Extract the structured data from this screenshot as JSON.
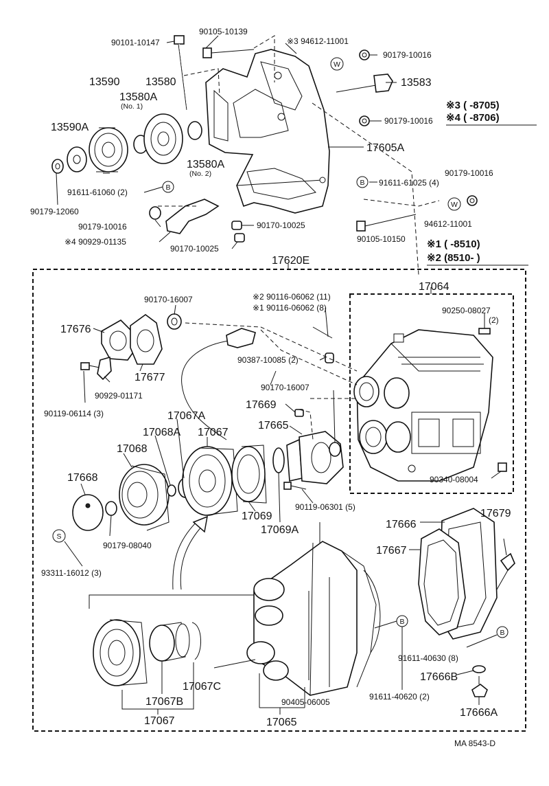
{
  "labels": {
    "p90101_10147": "90101-10147",
    "p90105_10139": "90105-10139",
    "p94612_11001_top": "※3 94612-11001",
    "p90179_10016_a": "90179-10016",
    "p13590": "13590",
    "p13580": "13580",
    "p13580A_no1": "13580A",
    "no1": "(No. 1)",
    "p13583": "13583",
    "p13590A": "13590A",
    "p90179_10016_b": "90179-10016",
    "p17605A": "17605A",
    "p13580A_no2": "13580A",
    "no2": "(No. 2)",
    "p91611_61060": "91611-61060 (2)",
    "p91611_61025": "91611-61025 (4)",
    "p90179_10016_c": "90179-10016",
    "p90179_12060": "90179-12060",
    "p90179_10016_d": "90179-10016",
    "p90170_10025_a": "90170-10025",
    "p94612_11001_b": "94612-11001",
    "p90929_01135": "※4 90929-01135",
    "p90170_10025_b": "90170-10025",
    "p90105_10150": "90105-10150",
    "p17620E": "17620E",
    "p17064": "17064",
    "p90170_16007_a": "90170-16007",
    "p90116_06062_11": "※2 90116-06062 (11)",
    "p90116_06062_8": "※1 90116-06062 (8)",
    "p90250_08027": "90250-08027",
    "p90250_qty": "(2)",
    "p17676": "17676",
    "p17677": "17677",
    "p90387_10085": "90387-10085 (2)",
    "p90929_01171": "90929-01171",
    "p90119_06114": "90119-06114 (3)",
    "p90170_16007_b": "90170-16007",
    "p17669": "17669",
    "p17067A": "17067A",
    "p17068A": "17068A",
    "p17067_top": "17067",
    "p17665": "17665",
    "p17068": "17068",
    "p17668": "17668",
    "p90340_08004": "90340-08004",
    "p17069": "17069",
    "p90119_06301": "90119-06301 (5)",
    "p17069A": "17069A",
    "p90179_08040": "90179-08040",
    "p93311_16012": "93311-16012 (3)",
    "p17666": "17666",
    "p17679": "17679",
    "p17667": "17667",
    "p91611_40630": "91611-40630 (8)",
    "p17666B": "17666B",
    "p17666A": "17666A",
    "p17067C": "17067C",
    "p17067B": "17067B",
    "p17067_bottom": "17067",
    "p17065": "17065",
    "p90405_06005": "90405-06005",
    "p91611_40620": "91611-40620 (2)",
    "footer": "MA  8543-D",
    "marker_W": "W",
    "marker_B": "B",
    "marker_S": "S"
  },
  "notes": {
    "n3": "※3 (      -8705)",
    "n4": "※4 (      -8706)",
    "n1": "※1 (      -8510)",
    "n2": "※2 (8510-       )"
  }
}
